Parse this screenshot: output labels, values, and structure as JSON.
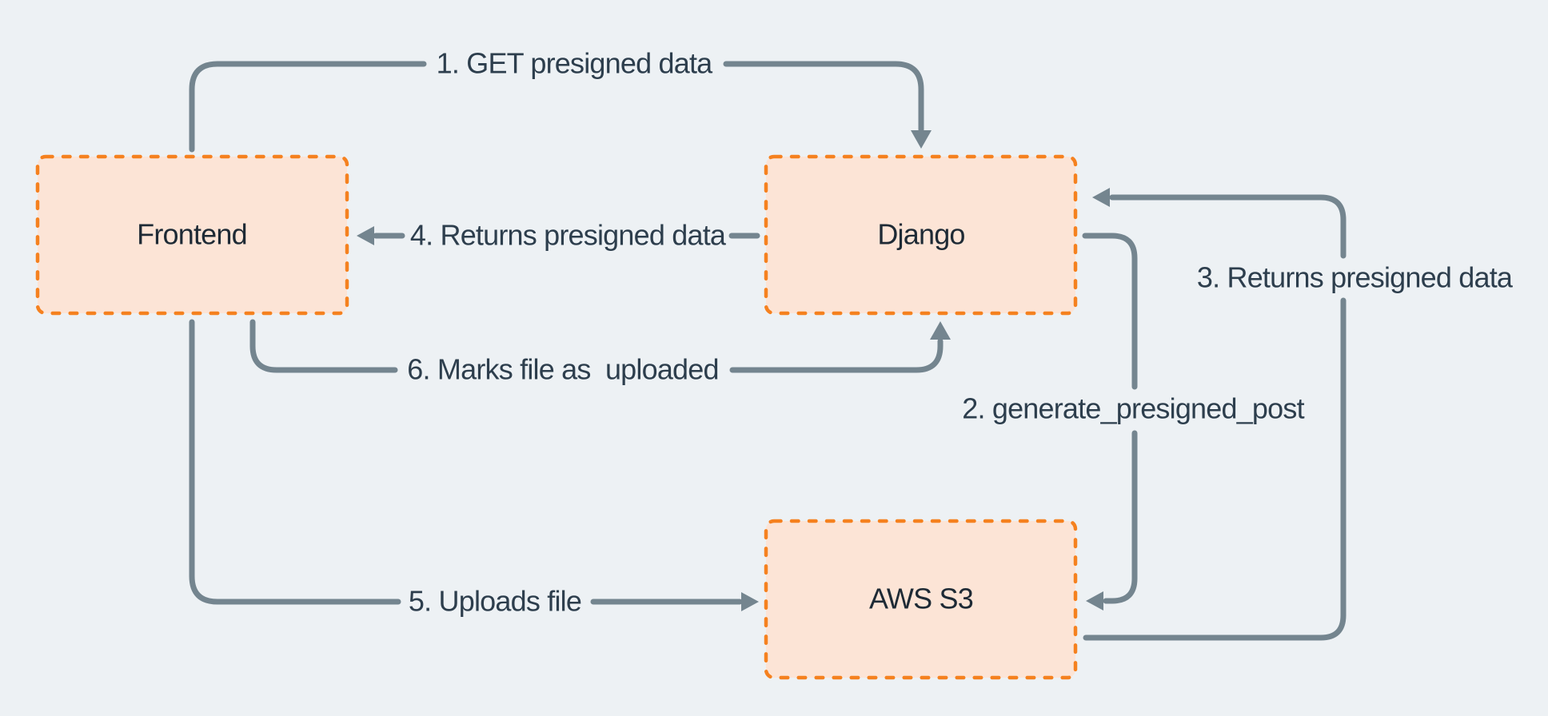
{
  "diagram": {
    "nodes": [
      {
        "id": "frontend",
        "label": "Frontend"
      },
      {
        "id": "django",
        "label": "Django"
      },
      {
        "id": "aws-s3",
        "label": "AWS S3"
      }
    ],
    "flows": [
      {
        "step": "1",
        "label": "1. GET presigned data",
        "from": "Frontend",
        "to": "Django"
      },
      {
        "step": "2",
        "label": "2. generate_presigned_post",
        "from": "Django",
        "to": "AWS S3"
      },
      {
        "step": "3",
        "label": "3. Returns presigned data",
        "from": "AWS S3",
        "to": "Django"
      },
      {
        "step": "4",
        "label": "4. Returns presigned data",
        "from": "Django",
        "to": "Frontend"
      },
      {
        "step": "5",
        "label": "5. Uploads file",
        "from": "Frontend",
        "to": "AWS S3"
      },
      {
        "step": "6",
        "label": "6. Marks file as  uploaded",
        "from": "Frontend",
        "to": "Django"
      }
    ],
    "colors": {
      "background": "#edf1f4",
      "node_fill": "#fce4d6",
      "node_border": "#f5811f",
      "arrow": "#74858f",
      "flow_label_text": "#2d3e4d",
      "node_label_text": "#1e2a35"
    }
  }
}
